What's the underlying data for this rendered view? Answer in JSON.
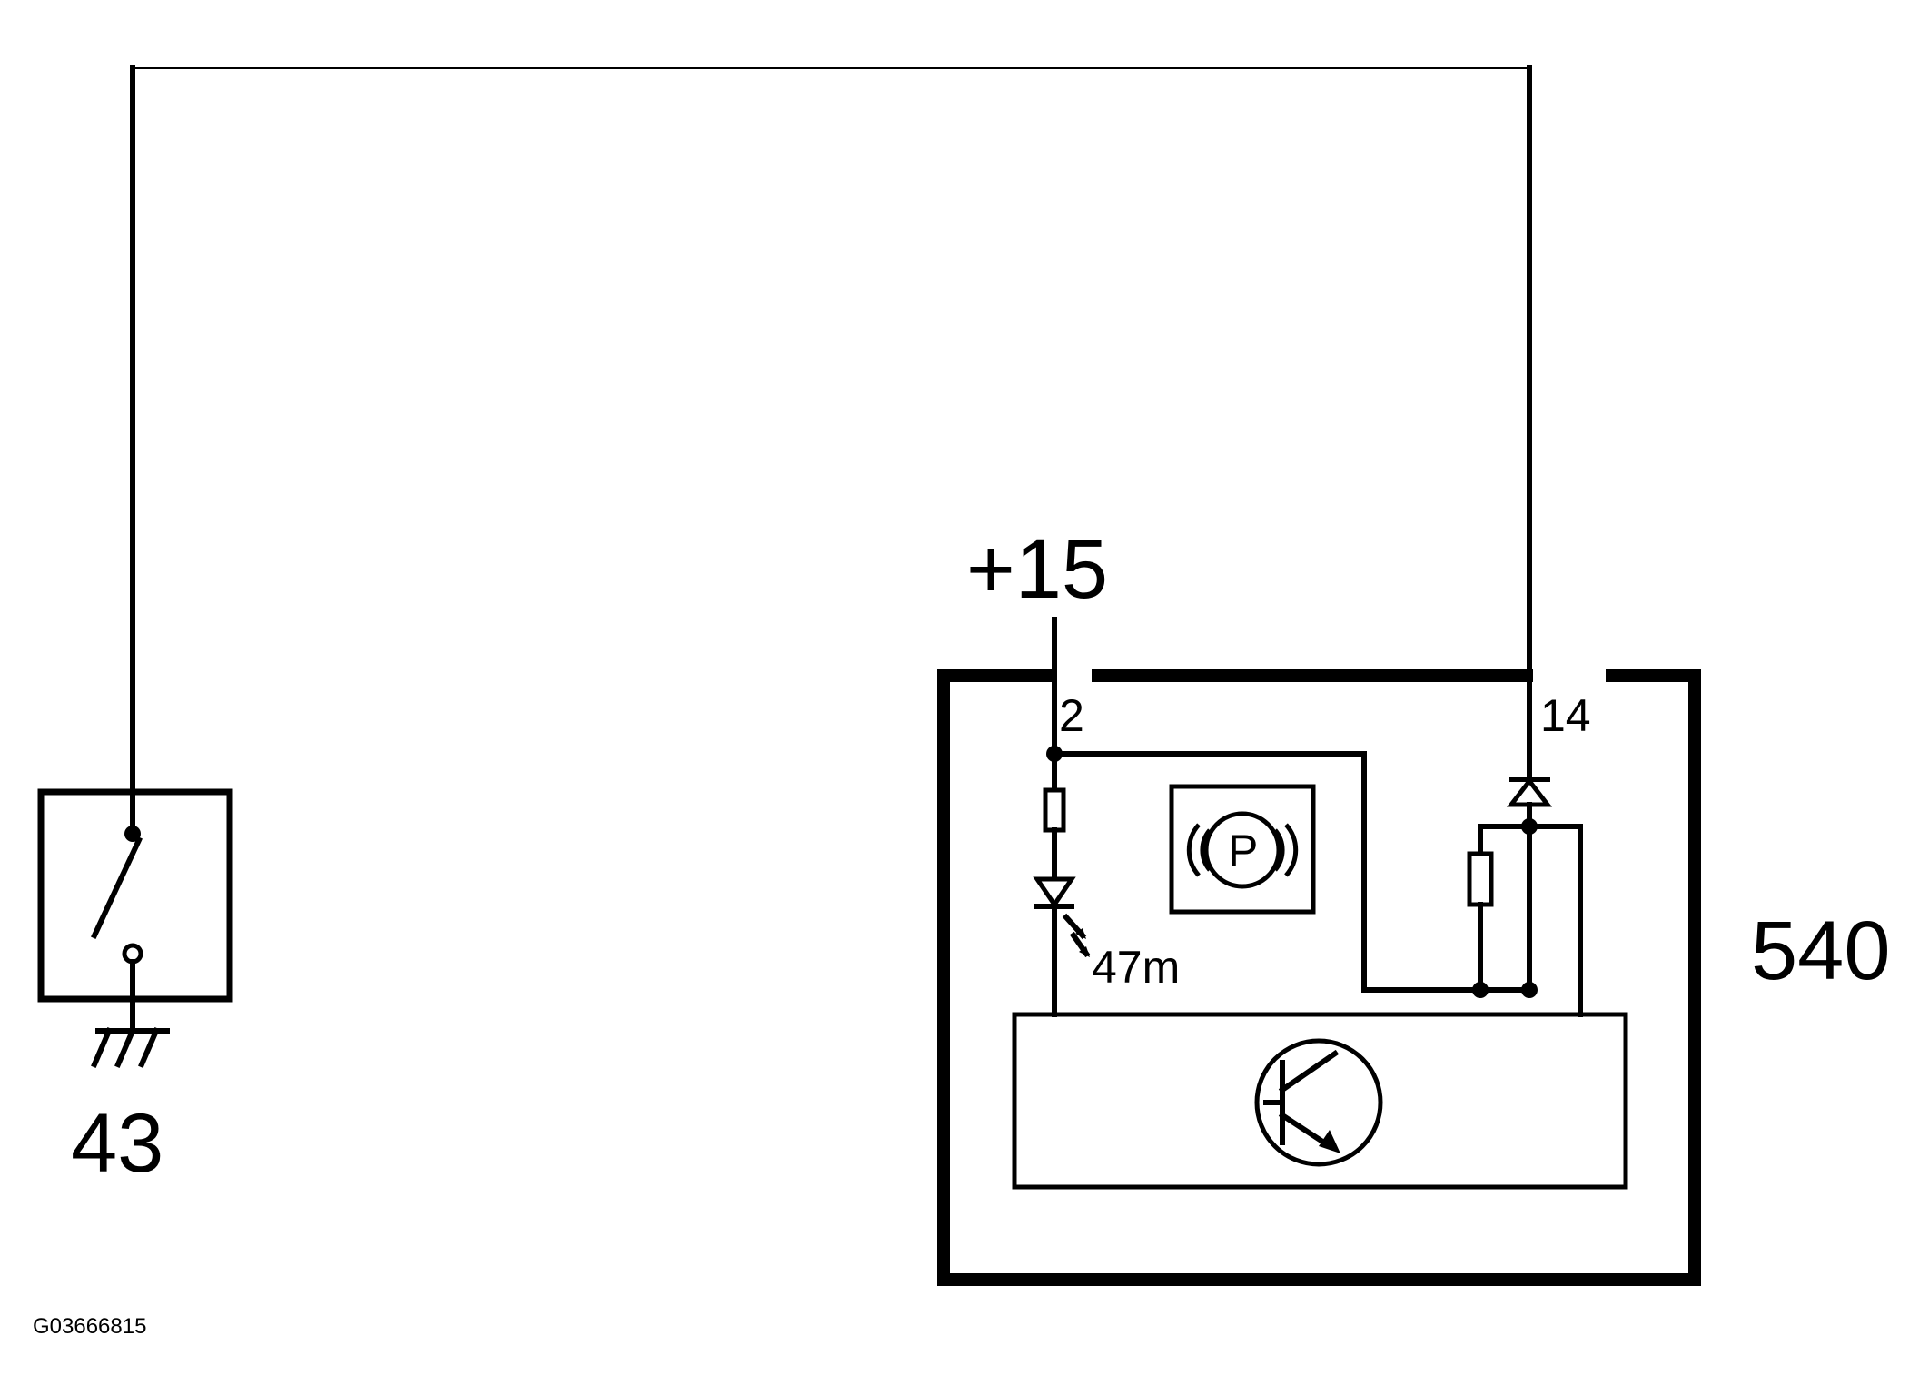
{
  "labels": {
    "supply": "+15",
    "pin_left": "2",
    "pin_right": "14",
    "led_ref": "47m",
    "module_id": "540",
    "switch_id": "43",
    "figure_code": "G03666815"
  },
  "icons": {
    "parking_brake": "parking-brake-warning-icon",
    "transistor": "npn-transistor-icon",
    "ground": "ground-icon",
    "switch": "switch-icon"
  },
  "parking_brake_symbol_letter": "P",
  "colors": {
    "line": "#000000",
    "background": "#ffffff"
  }
}
